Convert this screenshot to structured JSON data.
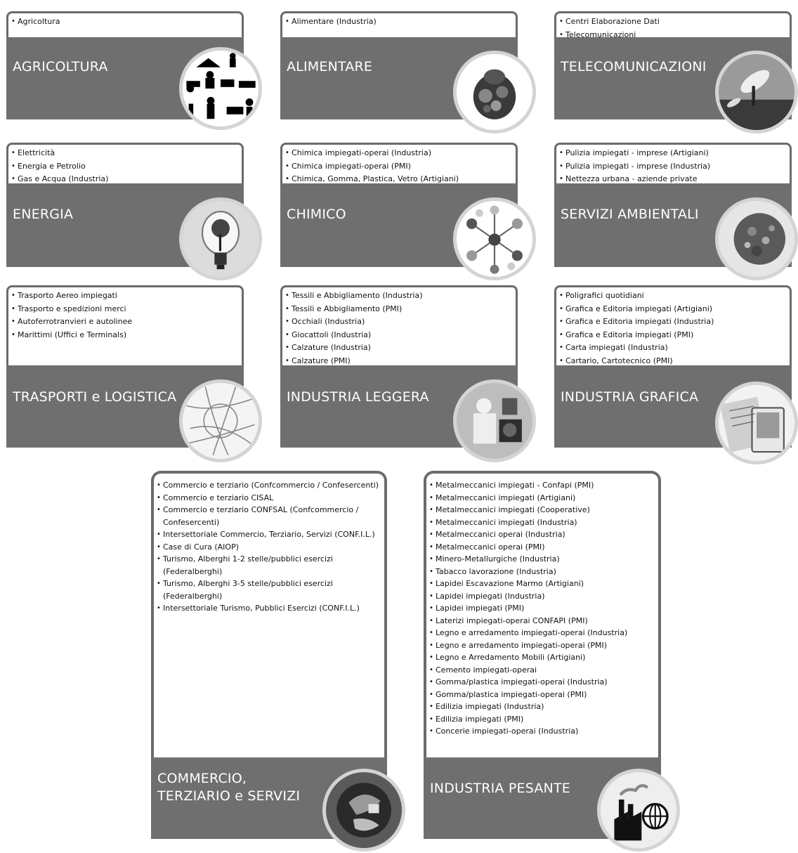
{
  "sectors": [
    {
      "title": "AGRICOLTURA",
      "icon": "agriculture-icon",
      "items": [
        "Agricoltura"
      ]
    },
    {
      "title": "ALIMENTARE",
      "icon": "food-icon",
      "items": [
        "Alimentare (Industria)"
      ]
    },
    {
      "title": "TELECOMUNICAZIONI",
      "icon": "satellite-dish-icon",
      "items": [
        "Centri Elaborazione Dati",
        "Telecomunicazioni"
      ]
    },
    {
      "title": "ENERGIA",
      "icon": "lightbulb-tree-icon",
      "items": [
        "Elettricità",
        "Energia e Petrolio",
        "Gas e Acqua (Industria)"
      ]
    },
    {
      "title": "CHIMICO",
      "icon": "molecule-icon",
      "items": [
        "Chimica impiegati-operai (Industria)",
        "Chimica impiegati-operai (PMI)",
        "Chimica, Gomma, Plastica, Vetro (Artigiani)"
      ]
    },
    {
      "title": "SERVIZI AMBIENTALI",
      "icon": "recycled-ball-icon",
      "items": [
        "Pulizia impiegati - imprese (Artigiani)",
        "Pulizia impiegati - imprese (Industria)",
        "Nettezza urbana - aziende private"
      ]
    },
    {
      "title": "TRASPORTI e LOGISTICA",
      "icon": "transit-map-icon",
      "items": [
        "Trasporto Aereo impiegati",
        "Trasporto e spedizioni merci",
        "Autoferrotranvieri e autolinee",
        "Marittimi (Uffici e Terminals)"
      ]
    },
    {
      "title": "INDUSTRIA LEGGERA",
      "icon": "worker-machine-icon",
      "items": [
        "Tessili e Abbigliamento (Industria)",
        "Tessili e Abbigliamento (PMI)",
        "Occhiali (Industria)",
        "Giocattoli (Industria)",
        "Calzature (Industria)",
        "Calzature (PMI)"
      ]
    },
    {
      "title": "INDUSTRIA GRAFICA",
      "icon": "newspaper-ereader-icon",
      "items": [
        "Poligrafici quotidiani",
        "Grafica e Editoria impiegati (Artigiani)",
        "Grafica e Editoria impiegati (Industria)",
        "Grafica e Editoria impiegati (PMI)",
        "Carta impiegati (Industria)",
        "Cartario, Cartotecnico (PMI)"
      ]
    },
    {
      "title": "COMMERCIO,\nTERZIARIO e SERVIZI",
      "icon": "globe-collage-icon",
      "items": [
        "Commercio e terziario (Confcommercio / Confesercenti)",
        "Commercio e terziario CISAL",
        "Commercio e terziario CONFSAL (Confcommercio / Confesercenti)",
        "Intersettoriale Commercio, Terziario, Servizi (CONF.I.L.)",
        "Case di Cura (AIOP)",
        "Turismo, Alberghi 1-2 stelle/pubblici esercizi (Federalberghi)",
        "Turismo, Alberghi 3-5 stelle/pubblici esercizi (Federalberghi)",
        "Intersettoriale Turismo, Pubblici Esercizi (CONF.I.L.)"
      ]
    },
    {
      "title": "INDUSTRIA PESANTE",
      "icon": "factory-globe-icon",
      "items": [
        "Metalmeccanici impiegati - Confapi (PMI)",
        "Metalmeccanici impiegati (Artigiani)",
        "Metalmeccanici impiegati (Cooperative)",
        "Metalmeccanici impiegati (Industria)",
        "Metalmeccanici operai (Industria)",
        "Metalmeccanici operai (PMI)",
        "Minero-Metallurgiche (Industria)",
        "Tabacco lavorazione (Industria)",
        "Lapidei Escavazione Marmo (Artigiani)",
        "Lapidei impiegati (Industria)",
        "Lapidei impiegati (PMI)",
        "Laterizi impiegati-operai CONFAPI (PMI)",
        "Legno e arredamento impiegati-operai (Industria)",
        "Legno e arredamento impiegati-operai (PMI)",
        "Legno e Arredamento Mobili (Artigiani)",
        "Cemento impiegati-operai",
        "Gomma/plastica impiegati-operai (Industria)",
        "Gomma/plastica impiegati-operai (PMI)",
        "Edilizia impiegati (Industria)",
        "Edilizia impiegati (PMI)",
        "Concerie impiegati-operai (Industria)"
      ]
    }
  ]
}
